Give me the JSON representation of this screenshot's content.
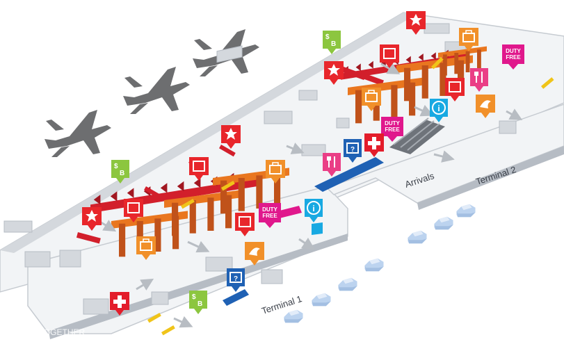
{
  "labels": {
    "terminal_1": "Terminal 1",
    "terminal_2": "Terminal 2",
    "arrivals": "Arrivals",
    "duty_free_line1": "DUTY",
    "duty_free_line2": "FREE",
    "watermark": "TRAVEL◊TOGETHER"
  },
  "colors": {
    "background": "#ffffff",
    "floor": "#f2f4f6",
    "wall": "#d4d8dd",
    "wall_side": "#b6bcc4",
    "gate_orange": "#e9761f",
    "gate_dark": "#c0521a",
    "checkin_red": "#d21f2b",
    "plane_gray": "#6d6e70",
    "vehicle_blue": "#bcd3ef",
    "info_cyan": "#18a9e2",
    "baggage_blue": "#1f61b4",
    "medical_red": "#e31d2b",
    "exchange_green": "#8cc63f",
    "dutyfree_magenta": "#e0188c",
    "restaurant_pink": "#ea3e86",
    "orange_pin": "#f1902a",
    "red_pin": "#e8262b",
    "arrow_gray": "#b8bdc3",
    "stripe_yellow": "#f0c419"
  },
  "icons": [
    {
      "name": "prayer-room-icon",
      "color": "#e8262b"
    },
    {
      "name": "currency-exchange-icon",
      "color": "#8cc63f"
    },
    {
      "name": "immigration-icon",
      "color": "#e8262b"
    },
    {
      "name": "baggage-icon",
      "color": "#f1902a"
    },
    {
      "name": "duty-free-icon",
      "color": "#e0188c"
    },
    {
      "name": "information-icon",
      "color": "#18a9e2"
    },
    {
      "name": "medical-icon",
      "color": "#e31d2b"
    },
    {
      "name": "lost-baggage-icon",
      "color": "#1f61b4"
    },
    {
      "name": "restaurant-icon",
      "color": "#ea3e86"
    },
    {
      "name": "lounge-icon",
      "color": "#f1902a"
    },
    {
      "name": "airplane-icon",
      "color": "#6d6e70"
    },
    {
      "name": "car-icon",
      "color": "#bcd3ef"
    }
  ]
}
